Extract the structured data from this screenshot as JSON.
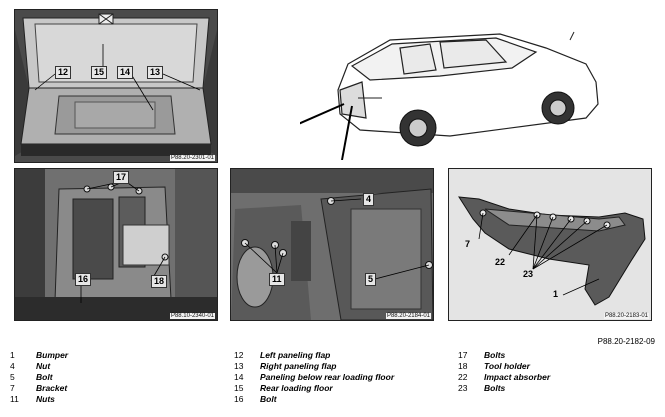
{
  "figure_ref": "P88.20-2182-09",
  "panels": {
    "trunk": {
      "ref": "P88.20-2301-01"
    },
    "left_side": {
      "ref": "P88.10-2340-01"
    },
    "right_side": {
      "ref": "P88.20-2184-01"
    },
    "bumper": {
      "ref": "P88.20-2183-01"
    }
  },
  "callouts": {
    "c12": "12",
    "c15": "15",
    "c14": "14",
    "c13": "13",
    "c17": "17",
    "c16": "16",
    "c18": "18",
    "c4": "4",
    "c11": "11",
    "c5": "5",
    "c7": "7",
    "c22": "22",
    "c23": "23",
    "c1": "1"
  },
  "legend": [
    [
      {
        "num": "1",
        "label": "Bumper"
      },
      {
        "num": "4",
        "label": "Nut"
      },
      {
        "num": "5",
        "label": "Bolt"
      },
      {
        "num": "7",
        "label": "Bracket"
      },
      {
        "num": "11",
        "label": "Nuts"
      }
    ],
    [
      {
        "num": "12",
        "label": "Left paneling flap"
      },
      {
        "num": "13",
        "label": "Right paneling flap"
      },
      {
        "num": "14",
        "label": "Paneling below rear loading floor"
      },
      {
        "num": "15",
        "label": "Rear loading floor"
      },
      {
        "num": "16",
        "label": "Bolt"
      }
    ],
    [
      {
        "num": "17",
        "label": "Bolts"
      },
      {
        "num": "18",
        "label": "Tool holder"
      },
      {
        "num": "22",
        "label": "Impact absorber"
      },
      {
        "num": "23",
        "label": "Bolts"
      }
    ]
  ]
}
